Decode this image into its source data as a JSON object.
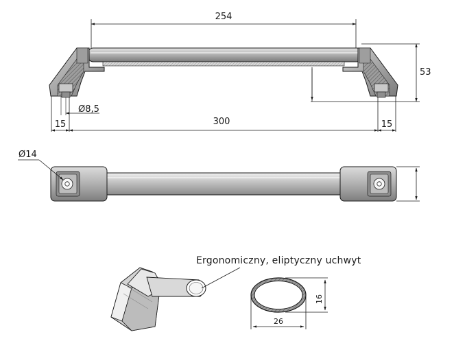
{
  "dimensions": {
    "inner_width": "254",
    "height": "53",
    "hole_diameter": "Ø8,5",
    "offset_left": "15",
    "total_width": "300",
    "offset_right": "15",
    "end_diameter": "Ø14"
  },
  "detail": {
    "caption": "Ergonomiczny, eliptyczny uchwyt",
    "ellipse_height": "16",
    "ellipse_width": "26"
  },
  "colors": {
    "line": "#1a1a1a",
    "body_light": "#d6d6d6",
    "body_mid": "#a9a9a9",
    "body_dark": "#6f6f6f"
  }
}
